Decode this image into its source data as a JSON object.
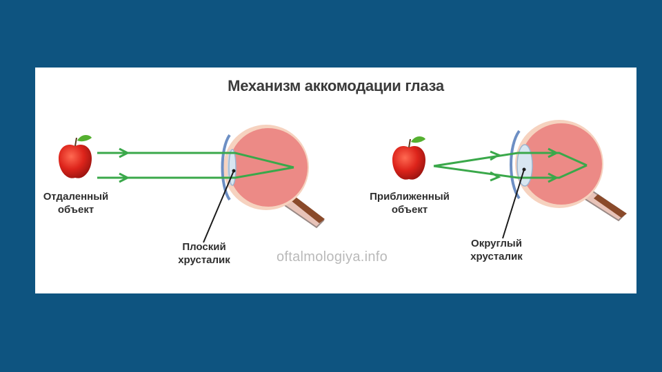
{
  "title": "Механизм аккомодации глаза",
  "left": {
    "object_label": "Отдаленный\nобъект",
    "lens_label": "Плоский\nхрусталик"
  },
  "right": {
    "object_label": "Приближенный\nобъект",
    "lens_label": "Округлый\nхрусталик"
  },
  "watermark": "oftalmologiya.info",
  "colors": {
    "background": "#0e5480",
    "panel": "#ffffff",
    "ray": "#3aa84a",
    "eye": "#ec8a86",
    "apple": "#d8231c"
  },
  "icons": [
    "apple-icon",
    "eye-icon"
  ]
}
